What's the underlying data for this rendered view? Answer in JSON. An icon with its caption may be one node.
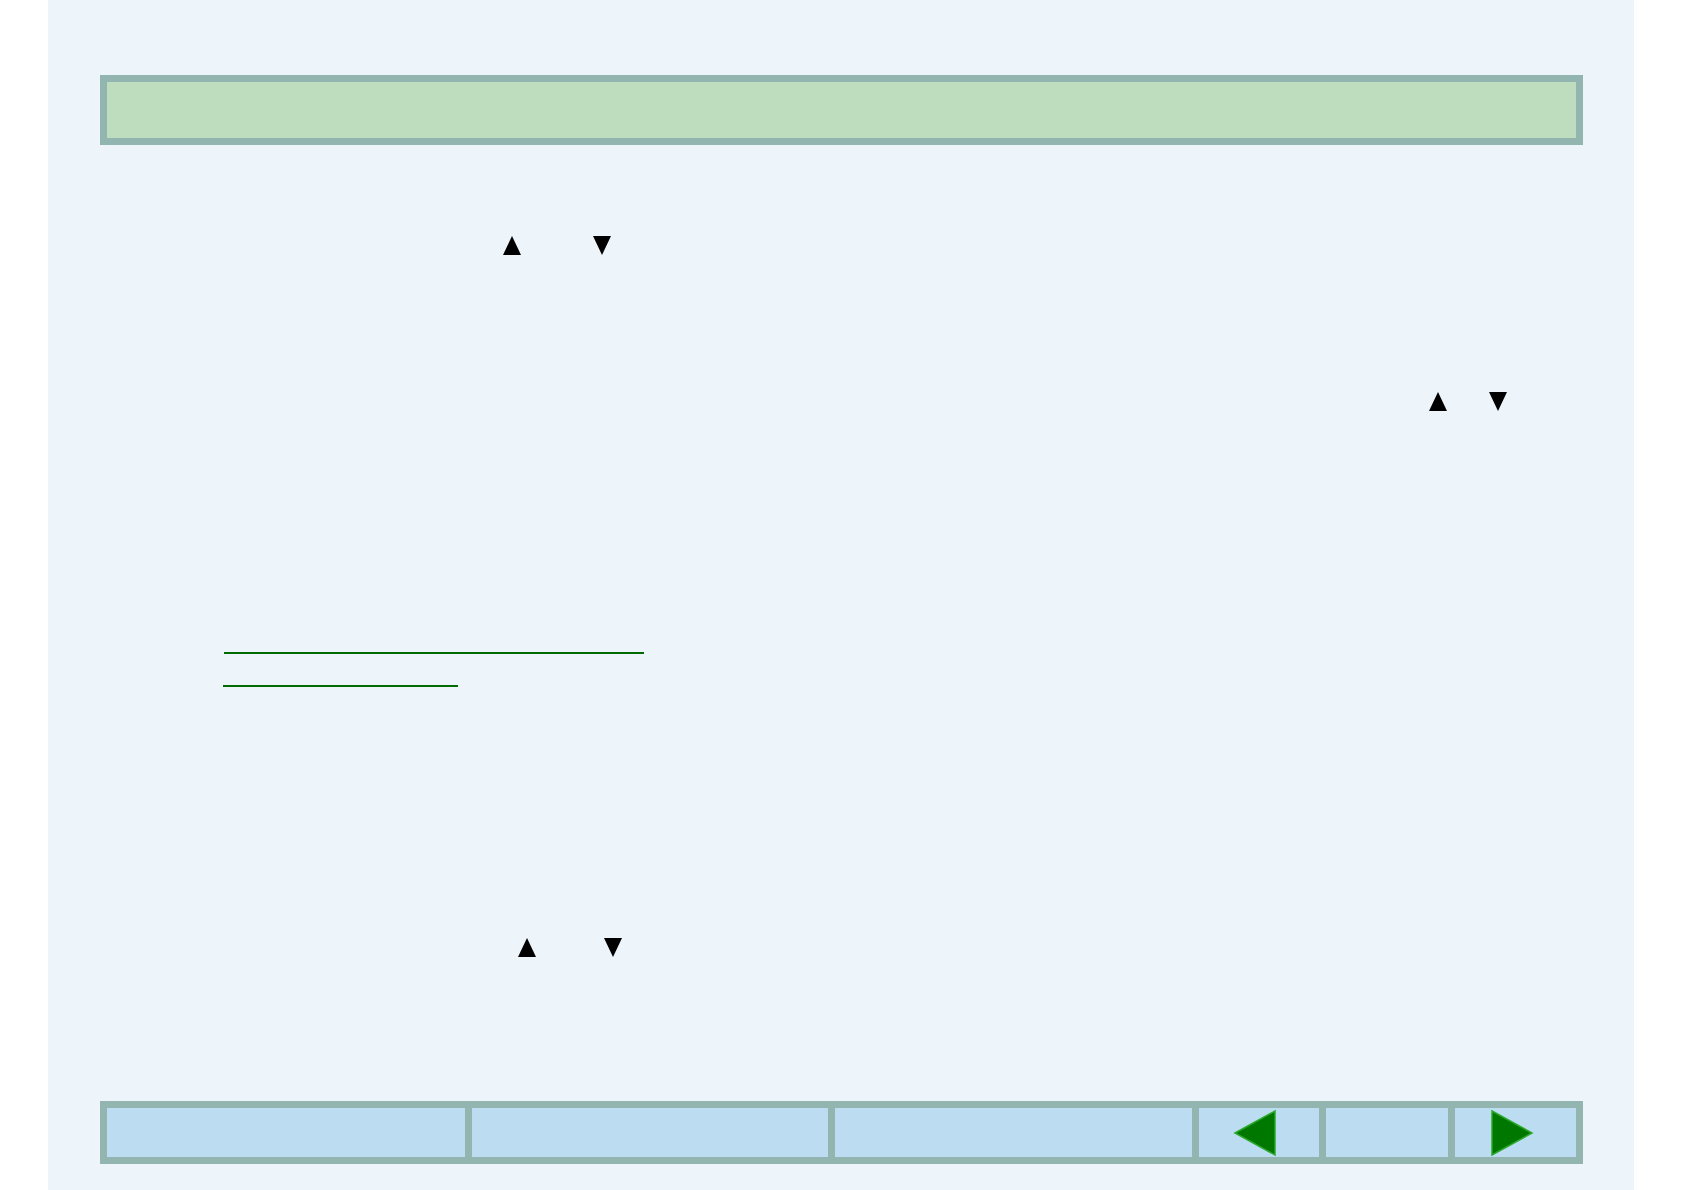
{
  "diagram": {
    "nodes": [
      {
        "text": [],
        "shape": "bar"
      },
      {
        "text": [],
        "shape": "bar"
      },
      {
        "text": [],
        "shape": "box",
        "in": 1
      },
      {
        "text": [],
        "shape": "box",
        "in": 1
      },
      {
        "text": [],
        "shape": "box",
        "in": 1
      },
      {
        "text": [],
        "shape": "box",
        "in": 1
      },
      {
        "text": [],
        "shape": "box",
        "in": 1
      },
      {
        "text": [],
        "shape": "box",
        "in": 1
      }
    ]
  }
}
